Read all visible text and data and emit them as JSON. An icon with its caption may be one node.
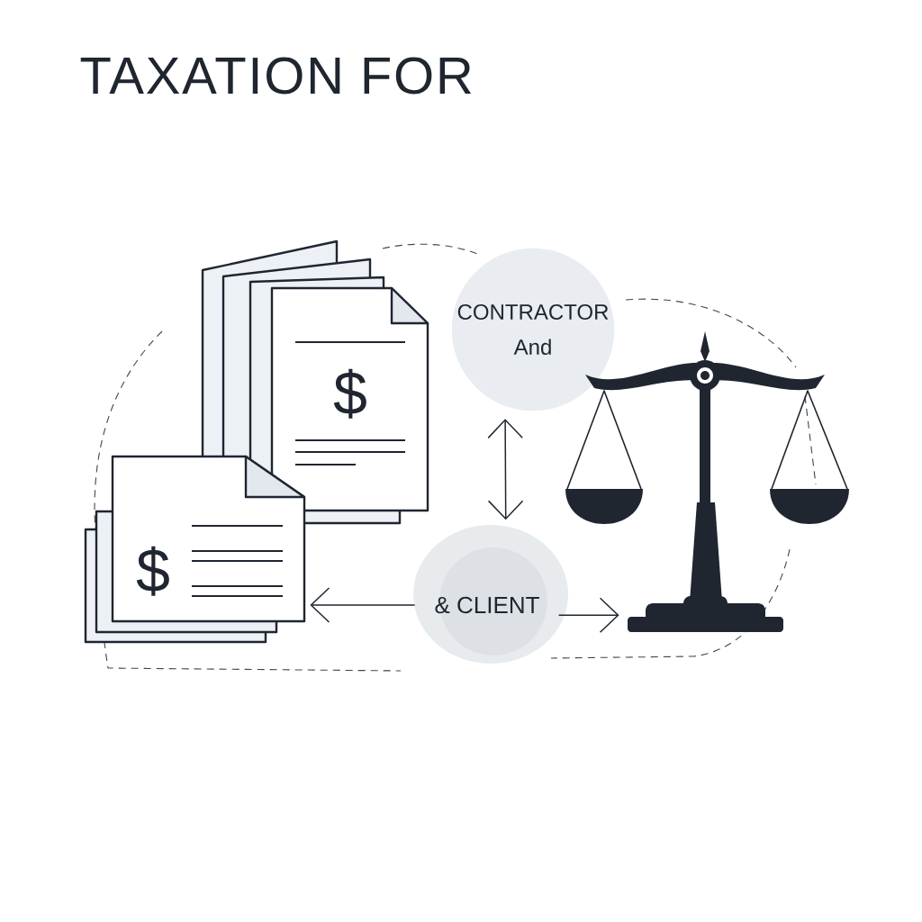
{
  "diagram": {
    "title": "TAXATION FOR",
    "nodes": [
      {
        "text": [
          "CONTRACTOR And"
        ]
      },
      {
        "text": [
          "& CLIENT"
        ]
      },
      {
        "text": [],
        "shape": "picture"
      },
      {
        "text": [],
        "shape": "picture"
      }
    ],
    "edges": [
      {
        "from": 0,
        "to": 1,
        "arrow": "both"
      },
      {
        "from": 1,
        "to": 2,
        "arrow": "to"
      },
      {
        "from": 1,
        "to": 3,
        "arrow": "to"
      }
    ],
    "labels": [
      "$",
      "$"
    ]
  }
}
